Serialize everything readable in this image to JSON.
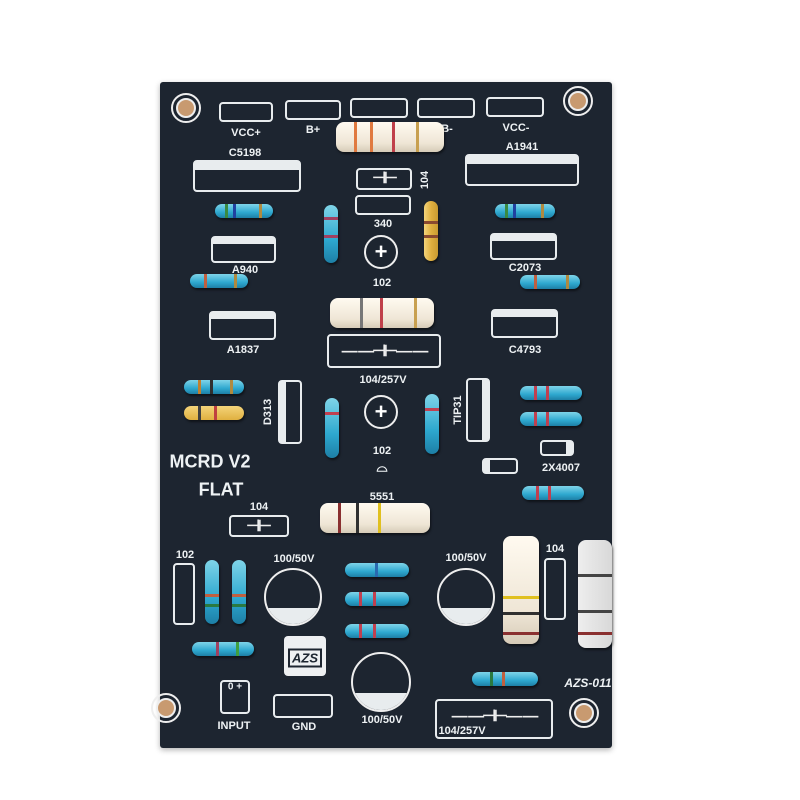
{
  "board": {
    "model": "MCRD V2",
    "variant": "FLAT",
    "code": "AZS-011",
    "logo_text": "AZS",
    "color": "#1d2530",
    "silkscreen_color": "#eef2f4"
  },
  "connectors": {
    "vcc_plus": "VCC+",
    "b_plus": "B+",
    "b_minus": "B-",
    "vcc_minus": "VCC-",
    "input": "INPUT",
    "input_pins": "0  +",
    "gnd": "GND"
  },
  "transistors": {
    "c5198": "C5198",
    "a1941": "A1941",
    "a940": "A940",
    "c2073": "C2073",
    "a1837": "A1837",
    "c4793": "C4793",
    "d313": "D313",
    "tip31": "TIP31",
    "q340": "340",
    "q5551": "5551"
  },
  "passives": {
    "cap_104_top": "104",
    "trim_102_top": "102",
    "cap_104_257v_mid": "104/257V",
    "trim_102_mid": "102",
    "diode": "2X4007",
    "cap_104_left": "104",
    "cap_102_left": "102",
    "elcap_left": "100/50V",
    "elcap_right": "100/50V",
    "elcap_bottom": "100/50V",
    "cap_104_right": "104",
    "cap_104_257v_bottom": "104/257V"
  }
}
